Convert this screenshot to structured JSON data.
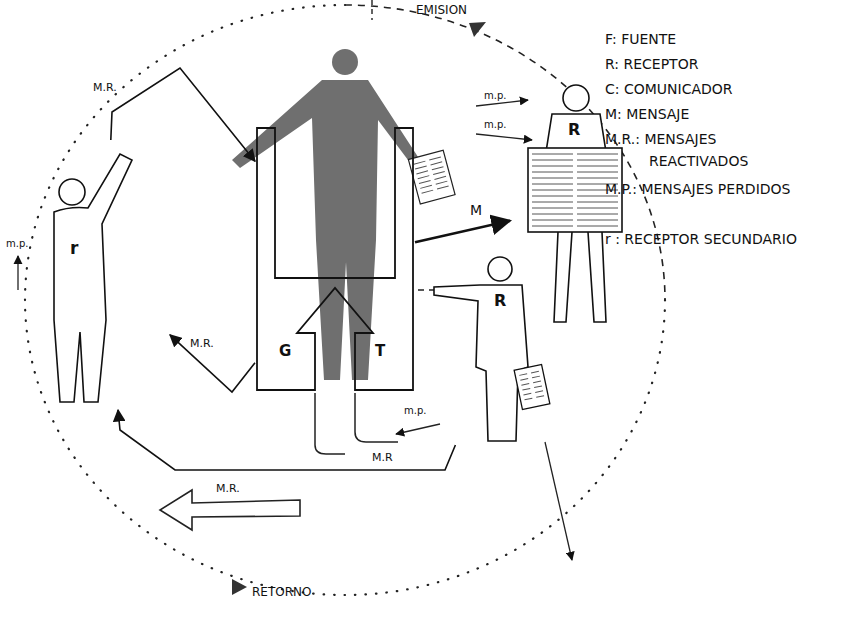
{
  "diagram": {
    "nodes": [
      {
        "text": [
          "R"
        ]
      },
      {
        "text": [
          "R"
        ]
      },
      {
        "text": [
          "r"
        ]
      },
      {
        "text": [
          "G",
          "T"
        ]
      }
    ],
    "edges": [
      {
        "from": 3,
        "to": 0,
        "arrow": "to",
        "label": "M"
      },
      {
        "from": 2,
        "to": 3,
        "arrow": "to",
        "label": "M.R."
      },
      {
        "from": 3,
        "to": 2,
        "arrow": "to",
        "label": "M.R."
      },
      {
        "from": 1,
        "to": 2,
        "arrow": "to",
        "label": "M.R"
      }
    ],
    "labels": [
      "EMISION",
      "F: FUENTE",
      "R: RECEPTOR",
      "C: COMUNICADOR",
      "M: MENSAJE",
      "M.R.: MENSAJES REACTIVADOS",
      "M.P.: MENSAJES PERDIDOS",
      "r : RECEPTOR SECUNDARIO",
      "m.p.",
      "m.p.",
      "m.p.",
      "m.p.",
      "M.R.",
      "RETORNO"
    ]
  }
}
